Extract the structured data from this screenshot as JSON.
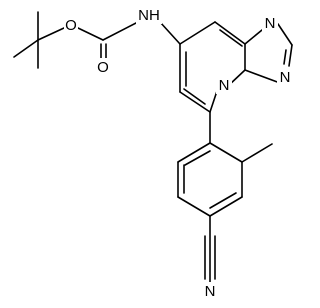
{
  "molecule": {
    "atoms": {
      "carbamate_ether_o": "O",
      "carbonyl_o": "O",
      "amide_n": "NH",
      "triazole_n3": "N",
      "bridgehead_n": "N",
      "triazole_n1": "N",
      "nitrile_n": "N"
    }
  }
}
